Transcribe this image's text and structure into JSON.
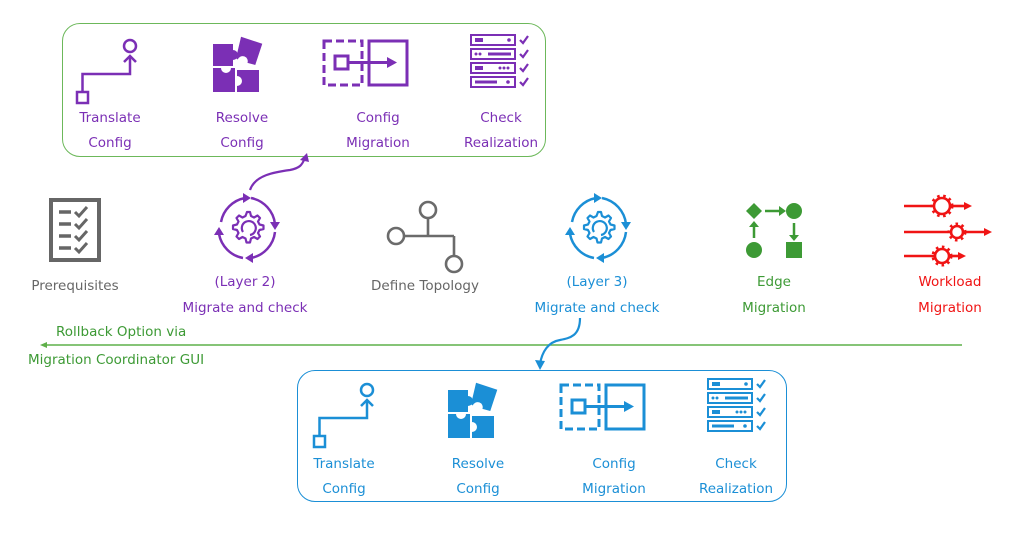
{
  "colors": {
    "layer2": "#7b2fb5",
    "layer3": "#1b8fd6",
    "edge": "#3d9a35",
    "workload": "#f01414",
    "neutral": "#666666",
    "rollback": "#5fb04a"
  },
  "top_box": {
    "steps": [
      {
        "line1": "Translate",
        "line2": "Config",
        "icon": "translate-config-icon"
      },
      {
        "line1": "Resolve",
        "line2": "Config",
        "icon": "puzzle-icon"
      },
      {
        "line1": "Config",
        "line2": "Migration",
        "icon": "config-migration-icon"
      },
      {
        "line1": "Check",
        "line2": "Realization",
        "icon": "server-check-icon"
      }
    ]
  },
  "main_flow": [
    {
      "line1": "Prerequisites",
      "line2": "",
      "icon": "checklist-icon"
    },
    {
      "line1": "(Layer 2)",
      "line2": "Migrate and check",
      "icon": "gear-cycle-icon"
    },
    {
      "line1": "Define Topology",
      "line2": "",
      "icon": "topology-icon"
    },
    {
      "line1": "(Layer 3)",
      "line2": "Migrate and check",
      "icon": "gear-cycle-icon"
    },
    {
      "line1": "Edge",
      "line2": "Migration",
      "icon": "edge-flow-icon"
    },
    {
      "line1": "Workload",
      "line2": "Migration",
      "icon": "workload-gears-icon"
    }
  ],
  "rollback": {
    "line1": "Rollback Option via",
    "line2": "Migration Coordinator GUI"
  },
  "bottom_box": {
    "steps": [
      {
        "line1": "Translate",
        "line2": "Config",
        "icon": "translate-config-icon"
      },
      {
        "line1": "Resolve",
        "line2": "Config",
        "icon": "puzzle-icon"
      },
      {
        "line1": "Config",
        "line2": "Migration",
        "icon": "config-migration-icon"
      },
      {
        "line1": "Check",
        "line2": "Realization",
        "icon": "server-check-icon"
      }
    ]
  }
}
